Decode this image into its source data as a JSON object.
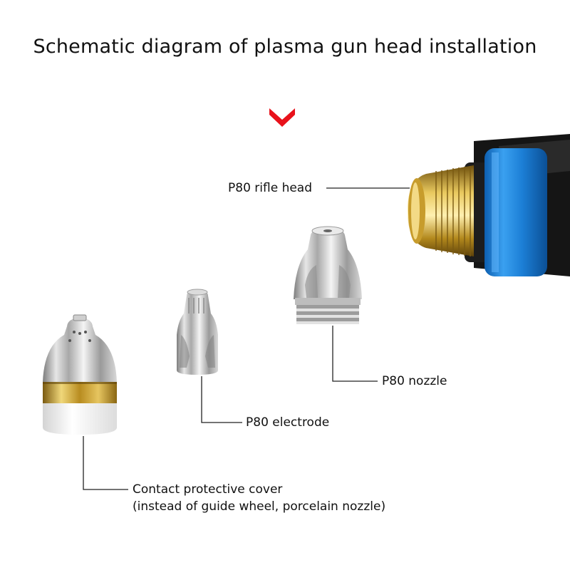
{
  "title": "Schematic diagram of plasma gun head installation",
  "colors": {
    "arrow": "#e8121b",
    "sleeve": "#1e88e5",
    "brass": "#c9a94b",
    "steel": "#c8c8c8",
    "leader": "#222222"
  },
  "parts": {
    "rifle_head": {
      "label": "P80 rifle head"
    },
    "nozzle": {
      "label": "P80 nozzle"
    },
    "electrode": {
      "label": "P80 electrode"
    },
    "cover": {
      "label_line1": "Contact protective cover",
      "label_line2": "(instead of guide wheel, porcelain nozzle)"
    }
  }
}
